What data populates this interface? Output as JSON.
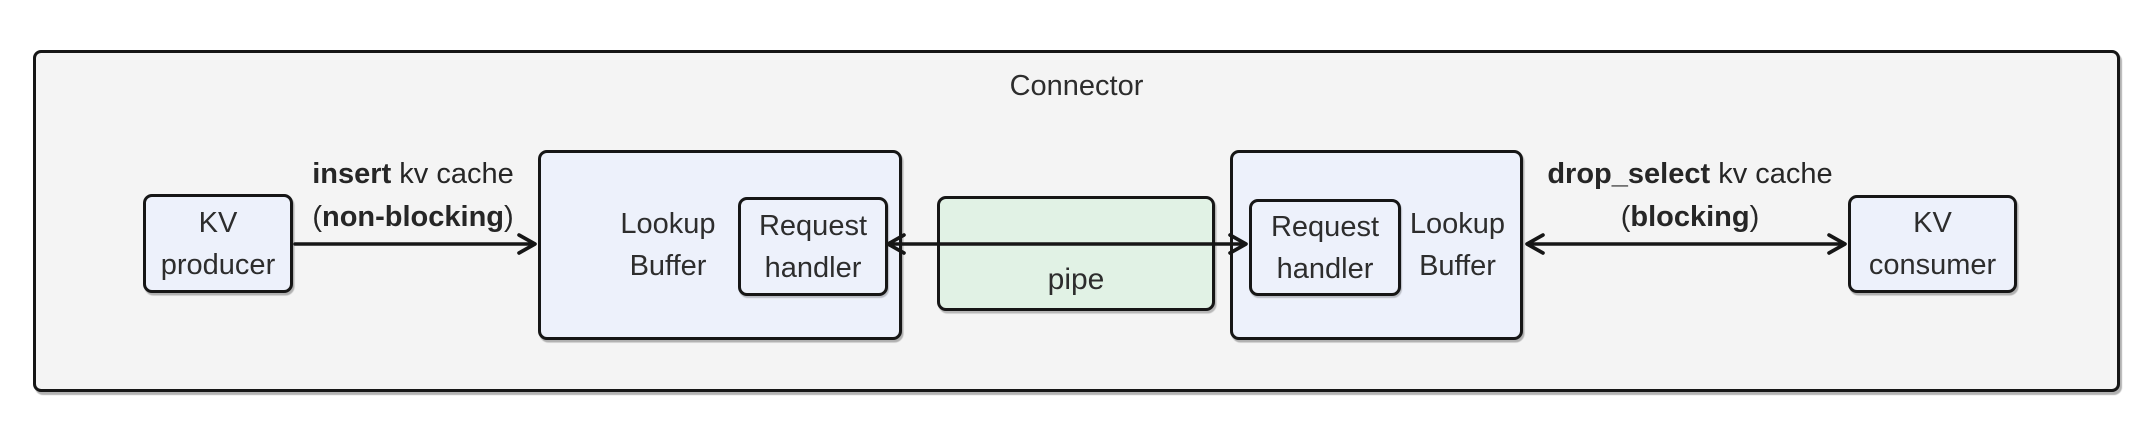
{
  "diagram": {
    "title": "Connector",
    "nodes": {
      "kv_producer": {
        "line1": "KV",
        "line2": "producer"
      },
      "lookup_buffer_left": {
        "line1": "Lookup",
        "line2": "Buffer"
      },
      "request_handler_left": {
        "line1": "Request",
        "line2": "handler"
      },
      "pipe": {
        "label": "pipe"
      },
      "request_handler_right": {
        "line1": "Request",
        "line2": "handler"
      },
      "lookup_buffer_right": {
        "line1": "Lookup",
        "line2": "Buffer"
      },
      "kv_consumer": {
        "line1": "KV",
        "line2": "consumer"
      }
    },
    "edges": {
      "insert": {
        "verb": "insert",
        "object": " kv cache",
        "open": "(",
        "mode": "non-blocking",
        "close": ")",
        "direction": "right"
      },
      "pipe_link": {
        "direction": "both"
      },
      "drop_select": {
        "verb": "drop_select",
        "object": " kv cache",
        "open": "(",
        "mode": "blocking",
        "close": ")",
        "direction": "both"
      }
    },
    "colors": {
      "container_fill": "#f4f4f4",
      "node_fill": "#edf1fb",
      "pipe_fill": "#e1f2e5",
      "border": "#161616",
      "text": "#2d2d2d"
    }
  }
}
